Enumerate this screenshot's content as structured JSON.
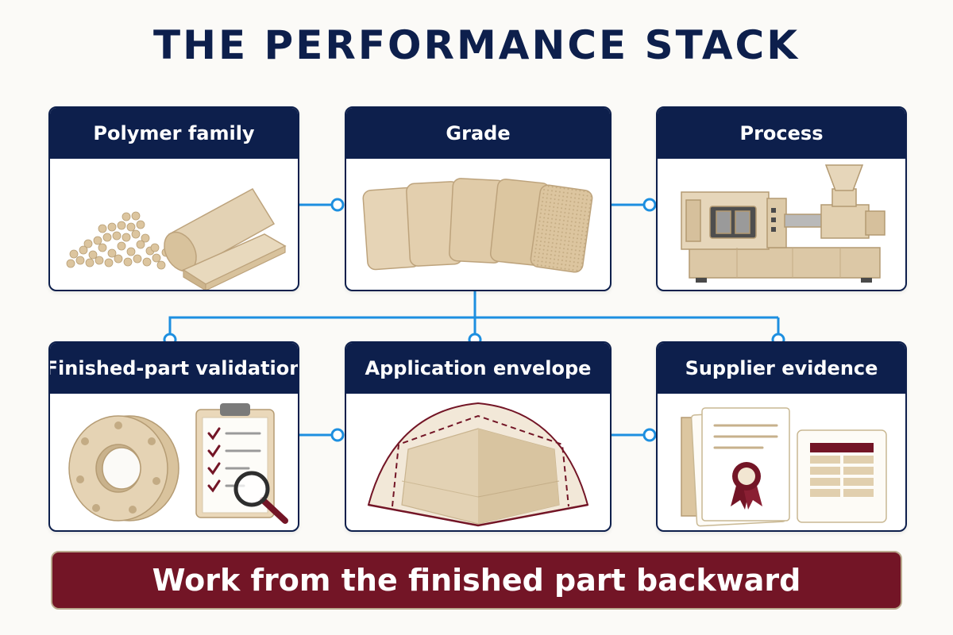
{
  "title": "THE PERFORMANCE STACK",
  "cards": {
    "polymer_family": {
      "title": "Polymer family"
    },
    "grade": {
      "title": "Grade"
    },
    "process": {
      "title": "Process"
    },
    "finished_part_validation": {
      "title": "Finished-part validation"
    },
    "application_envelope": {
      "title": "Application envelope"
    },
    "supplier_evidence": {
      "title": "Supplier evidence"
    }
  },
  "banner": {
    "text": "Work from the finished part backward"
  },
  "colors": {
    "navy": "#0d1f4c",
    "connector_blue": "#1d8fe0",
    "maroon": "#731526",
    "beige": "#e3d2b4",
    "beige_dark": "#c9b48f"
  }
}
